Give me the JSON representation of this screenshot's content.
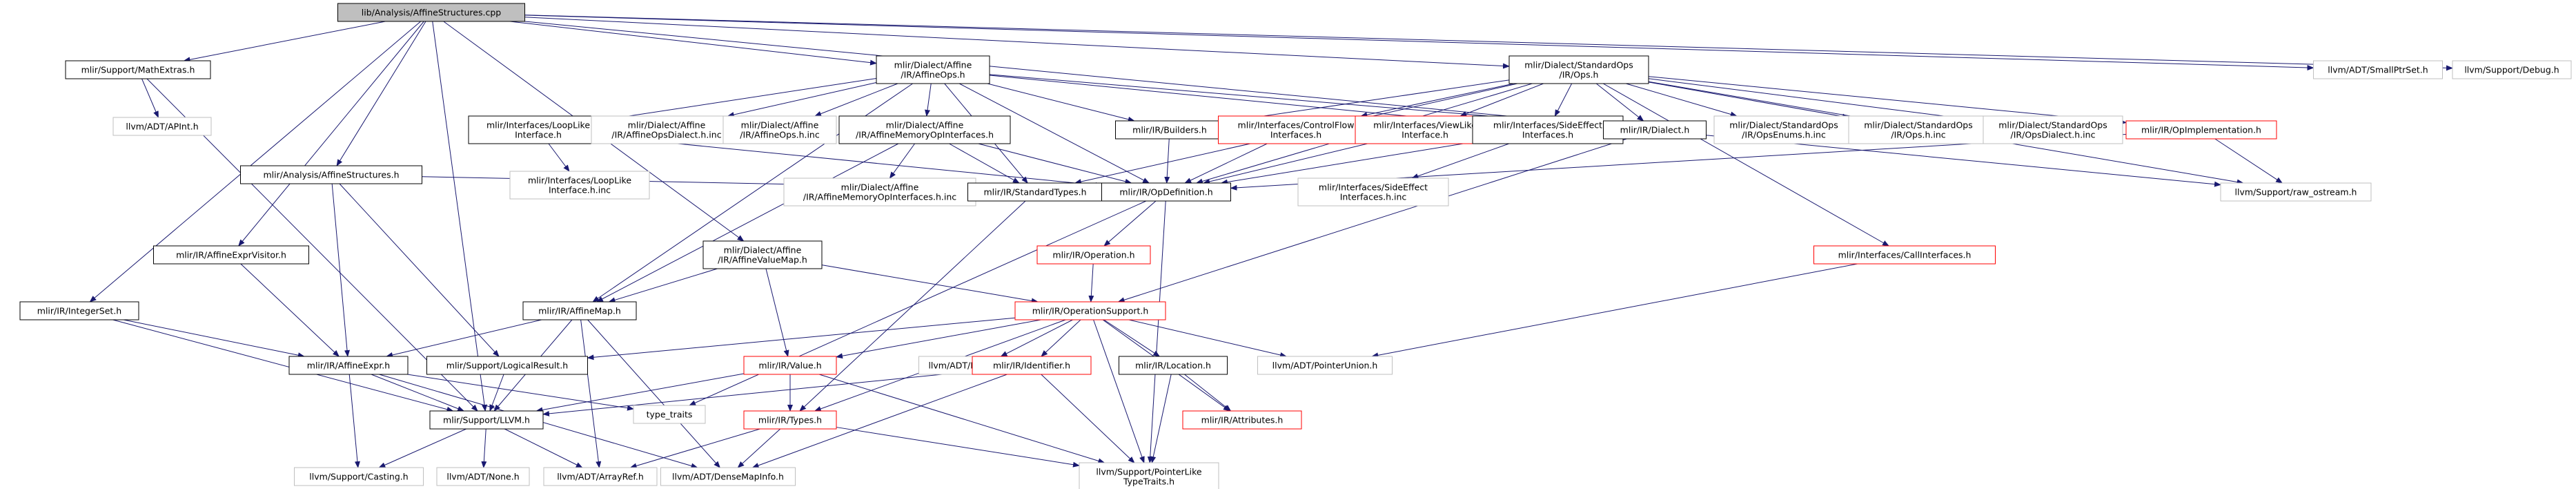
{
  "graph": {
    "nodes": [
      {
        "id": "root",
        "lines": [
          "lib/Analysis/AffineStructures.cpp"
        ],
        "kind": "root"
      },
      {
        "id": "mathextras",
        "lines": [
          "mlir/Support/MathExtras.h"
        ],
        "kind": "normal"
      },
      {
        "id": "affineops",
        "lines": [
          "mlir/Dialect/Affine",
          "/IR/AffineOps.h"
        ],
        "kind": "normal"
      },
      {
        "id": "stdops",
        "lines": [
          "mlir/Dialect/StandardOps",
          "/IR/Ops.h"
        ],
        "kind": "normal"
      },
      {
        "id": "smallptrset",
        "lines": [
          "llvm/ADT/SmallPtrSet.h"
        ],
        "kind": "gray"
      },
      {
        "id": "debug",
        "lines": [
          "llvm/Support/Debug.h"
        ],
        "kind": "gray"
      },
      {
        "id": "apint",
        "lines": [
          "llvm/ADT/APInt.h"
        ],
        "kind": "gray"
      },
      {
        "id": "looplike",
        "lines": [
          "mlir/Interfaces/LoopLike",
          "Interface.h"
        ],
        "kind": "normal"
      },
      {
        "id": "affineopsdialect",
        "lines": [
          "mlir/Dialect/Affine",
          "/IR/AffineOpsDialect.h.inc"
        ],
        "kind": "gray"
      },
      {
        "id": "affineopsinc",
        "lines": [
          "mlir/Dialect/Affine",
          "/IR/AffineOps.h.inc"
        ],
        "kind": "gray"
      },
      {
        "id": "affinememop",
        "lines": [
          "mlir/Dialect/Affine",
          "/IR/AffineMemoryOpInterfaces.h"
        ],
        "kind": "normal"
      },
      {
        "id": "builders",
        "lines": [
          "mlir/IR/Builders.h"
        ],
        "kind": "normal"
      },
      {
        "id": "controlflow",
        "lines": [
          "mlir/Interfaces/ControlFlow",
          "Interfaces.h"
        ],
        "kind": "red"
      },
      {
        "id": "viewlike",
        "lines": [
          "mlir/Interfaces/ViewLike",
          "Interface.h"
        ],
        "kind": "red"
      },
      {
        "id": "sideeffect",
        "lines": [
          "mlir/Interfaces/SideEffect",
          "Interfaces.h"
        ],
        "kind": "normal"
      },
      {
        "id": "dialect",
        "lines": [
          "mlir/IR/Dialect.h"
        ],
        "kind": "normal"
      },
      {
        "id": "opsenums",
        "lines": [
          "mlir/Dialect/StandardOps",
          "/IR/OpsEnums.h.inc"
        ],
        "kind": "gray"
      },
      {
        "id": "opsinc",
        "lines": [
          "mlir/Dialect/StandardOps",
          "/IR/Ops.h.inc"
        ],
        "kind": "gray"
      },
      {
        "id": "opsdialectinc",
        "lines": [
          "mlir/Dialect/StandardOps",
          "/IR/OpsDialect.h.inc"
        ],
        "kind": "gray"
      },
      {
        "id": "opimpl",
        "lines": [
          "mlir/IR/OpImplementation.h"
        ],
        "kind": "red"
      },
      {
        "id": "analysisaffine",
        "lines": [
          "mlir/Analysis/AffineStructures.h"
        ],
        "kind": "normal"
      },
      {
        "id": "looplikeinc",
        "lines": [
          "mlir/Interfaces/LoopLike",
          "Interface.h.inc"
        ],
        "kind": "gray"
      },
      {
        "id": "affinememopinc",
        "lines": [
          "mlir/Dialect/Affine",
          "/IR/AffineMemoryOpInterfaces.h.inc"
        ],
        "kind": "gray"
      },
      {
        "id": "standardtypes",
        "lines": [
          "mlir/IR/StandardTypes.h"
        ],
        "kind": "normal"
      },
      {
        "id": "opdefinition",
        "lines": [
          "mlir/IR/OpDefinition.h"
        ],
        "kind": "normal"
      },
      {
        "id": "sideeffectinc",
        "lines": [
          "mlir/Interfaces/SideEffect",
          "Interfaces.h.inc"
        ],
        "kind": "gray"
      },
      {
        "id": "rawostream",
        "lines": [
          "llvm/Support/raw_ostream.h"
        ],
        "kind": "gray"
      },
      {
        "id": "affineexprvisitor",
        "lines": [
          "mlir/IR/AffineExprVisitor.h"
        ],
        "kind": "normal"
      },
      {
        "id": "affinevaluemap",
        "lines": [
          "mlir/Dialect/Affine",
          "/IR/AffineValueMap.h"
        ],
        "kind": "normal"
      },
      {
        "id": "operation",
        "lines": [
          "mlir/IR/Operation.h"
        ],
        "kind": "red"
      },
      {
        "id": "callinterfaces",
        "lines": [
          "mlir/Interfaces/CallInterfaces.h"
        ],
        "kind": "red"
      },
      {
        "id": "integerset",
        "lines": [
          "mlir/IR/IntegerSet.h"
        ],
        "kind": "normal"
      },
      {
        "id": "affinemap",
        "lines": [
          "mlir/IR/AffineMap.h"
        ],
        "kind": "normal"
      },
      {
        "id": "opsupport",
        "lines": [
          "mlir/IR/OperationSupport.h"
        ],
        "kind": "red"
      },
      {
        "id": "affineexpr",
        "lines": [
          "mlir/IR/AffineExpr.h"
        ],
        "kind": "normal"
      },
      {
        "id": "logicalresult",
        "lines": [
          "mlir/Support/LogicalResult.h"
        ],
        "kind": "normal"
      },
      {
        "id": "value",
        "lines": [
          "mlir/IR/Value.h"
        ],
        "kind": "red"
      },
      {
        "id": "bitmaskenum",
        "lines": [
          "llvm/ADT/BitmaskEnum.h"
        ],
        "kind": "gray"
      },
      {
        "id": "identifier",
        "lines": [
          "mlir/IR/Identifier.h"
        ],
        "kind": "red"
      },
      {
        "id": "location",
        "lines": [
          "mlir/IR/Location.h"
        ],
        "kind": "normal"
      },
      {
        "id": "pointerunion",
        "lines": [
          "llvm/ADT/PointerUnion.h"
        ],
        "kind": "gray"
      },
      {
        "id": "llvmh",
        "lines": [
          "mlir/Support/LLVM.h"
        ],
        "kind": "normal"
      },
      {
        "id": "typetraits",
        "lines": [
          "type_traits"
        ],
        "kind": "gray"
      },
      {
        "id": "types",
        "lines": [
          "mlir/IR/Types.h"
        ],
        "kind": "red"
      },
      {
        "id": "attributes",
        "lines": [
          "mlir/IR/Attributes.h"
        ],
        "kind": "red"
      },
      {
        "id": "casting",
        "lines": [
          "llvm/Support/Casting.h"
        ],
        "kind": "gray"
      },
      {
        "id": "none",
        "lines": [
          "llvm/ADT/None.h"
        ],
        "kind": "gray"
      },
      {
        "id": "arrayref",
        "lines": [
          "llvm/ADT/ArrayRef.h"
        ],
        "kind": "gray"
      },
      {
        "id": "densemapinfo",
        "lines": [
          "llvm/ADT/DenseMapInfo.h"
        ],
        "kind": "gray"
      },
      {
        "id": "pointerlike",
        "lines": [
          "llvm/Support/PointerLike",
          "TypeTraits.h"
        ],
        "kind": "gray"
      }
    ],
    "edges": [
      [
        "root",
        "mathextras"
      ],
      [
        "root",
        "affineops"
      ],
      [
        "root",
        "stdops"
      ],
      [
        "root",
        "smallptrset"
      ],
      [
        "root",
        "debug"
      ],
      [
        "root",
        "analysisaffine"
      ],
      [
        "root",
        "affinevaluemap"
      ],
      [
        "root",
        "affineexprvisitor"
      ],
      [
        "root",
        "integerset"
      ],
      [
        "root",
        "llvmh"
      ],
      [
        "root",
        "rawostream"
      ],
      [
        "mathextras",
        "apint"
      ],
      [
        "mathextras",
        "llvmh"
      ],
      [
        "affineops",
        "looplike"
      ],
      [
        "affineops",
        "affineopsdialect"
      ],
      [
        "affineops",
        "affineopsinc"
      ],
      [
        "affineops",
        "affinememop"
      ],
      [
        "affineops",
        "builders"
      ],
      [
        "affineops",
        "sideeffect"
      ],
      [
        "affineops",
        "dialect"
      ],
      [
        "affineops",
        "standardtypes"
      ],
      [
        "affineops",
        "opdefinition"
      ],
      [
        "affineops",
        "affinemap"
      ],
      [
        "stdops",
        "builders"
      ],
      [
        "stdops",
        "controlflow"
      ],
      [
        "stdops",
        "viewlike"
      ],
      [
        "stdops",
        "sideeffect"
      ],
      [
        "stdops",
        "dialect"
      ],
      [
        "stdops",
        "opsenums"
      ],
      [
        "stdops",
        "opsinc"
      ],
      [
        "stdops",
        "opsdialectinc"
      ],
      [
        "stdops",
        "opimpl"
      ],
      [
        "stdops",
        "standardtypes"
      ],
      [
        "stdops",
        "opdefinition"
      ],
      [
        "stdops",
        "callinterfaces"
      ],
      [
        "stdops",
        "rawostream"
      ],
      [
        "looplike",
        "looplikeinc"
      ],
      [
        "looplike",
        "opdefinition"
      ],
      [
        "affinememop",
        "affinememopinc"
      ],
      [
        "affinememop",
        "opdefinition"
      ],
      [
        "affinememop",
        "standardtypes"
      ],
      [
        "affinememop",
        "affinemap"
      ],
      [
        "builders",
        "opdefinition"
      ],
      [
        "controlflow",
        "opdefinition"
      ],
      [
        "viewlike",
        "opdefinition"
      ],
      [
        "sideeffect",
        "opdefinition"
      ],
      [
        "sideeffect",
        "sideeffectinc"
      ],
      [
        "dialect",
        "opsupport"
      ],
      [
        "opimpl",
        "opdefinition"
      ],
      [
        "opimpl",
        "rawostream"
      ],
      [
        "analysisaffine",
        "opdefinition"
      ],
      [
        "analysisaffine",
        "affineexpr"
      ],
      [
        "analysisaffine",
        "logicalresult"
      ],
      [
        "standardtypes",
        "types"
      ],
      [
        "opdefinition",
        "operation"
      ],
      [
        "opdefinition",
        "typetraits"
      ],
      [
        "opdefinition",
        "pointerlike"
      ],
      [
        "affineexprvisitor",
        "affineexpr"
      ],
      [
        "affinevaluemap",
        "affinemap"
      ],
      [
        "affinevaluemap",
        "opsupport"
      ],
      [
        "affinevaluemap",
        "value"
      ],
      [
        "operation",
        "opsupport"
      ],
      [
        "callinterfaces",
        "pointerunion"
      ],
      [
        "integerset",
        "affineexpr"
      ],
      [
        "integerset",
        "llvmh"
      ],
      [
        "affinemap",
        "affineexpr"
      ],
      [
        "affinemap",
        "llvmh"
      ],
      [
        "affinemap",
        "arrayref"
      ],
      [
        "affinemap",
        "densemapinfo"
      ],
      [
        "opsupport",
        "logicalresult"
      ],
      [
        "opsupport",
        "value"
      ],
      [
        "opsupport",
        "bitmaskenum"
      ],
      [
        "opsupport",
        "identifier"
      ],
      [
        "opsupport",
        "location"
      ],
      [
        "opsupport",
        "pointerunion"
      ],
      [
        "opsupport",
        "types"
      ],
      [
        "opsupport",
        "attributes"
      ],
      [
        "opsupport",
        "pointerlike"
      ],
      [
        "affineexpr",
        "llvmh"
      ],
      [
        "affineexpr",
        "casting"
      ],
      [
        "affineexpr",
        "typetraits"
      ],
      [
        "affineexpr",
        "densemapinfo"
      ],
      [
        "logicalresult",
        "llvmh"
      ],
      [
        "value",
        "types"
      ],
      [
        "value",
        "llvmh"
      ],
      [
        "value",
        "pointerlike"
      ],
      [
        "identifier",
        "llvmh"
      ],
      [
        "identifier",
        "densemapinfo"
      ],
      [
        "identifier",
        "pointerlike"
      ],
      [
        "location",
        "attributes"
      ],
      [
        "location",
        "pointerlike"
      ],
      [
        "llvmh",
        "none"
      ],
      [
        "llvmh",
        "arrayref"
      ],
      [
        "llvmh",
        "casting"
      ],
      [
        "types",
        "densemapinfo"
      ],
      [
        "types",
        "arrayref"
      ],
      [
        "types",
        "pointerlike"
      ]
    ],
    "colors": {
      "root_fill": "#bfbfbf",
      "node_border": "#000000",
      "red_border": "#ff0000",
      "gray_border": "#bfbfbf",
      "gray_edge": "#a9a9a9",
      "edge": "#191970"
    }
  }
}
